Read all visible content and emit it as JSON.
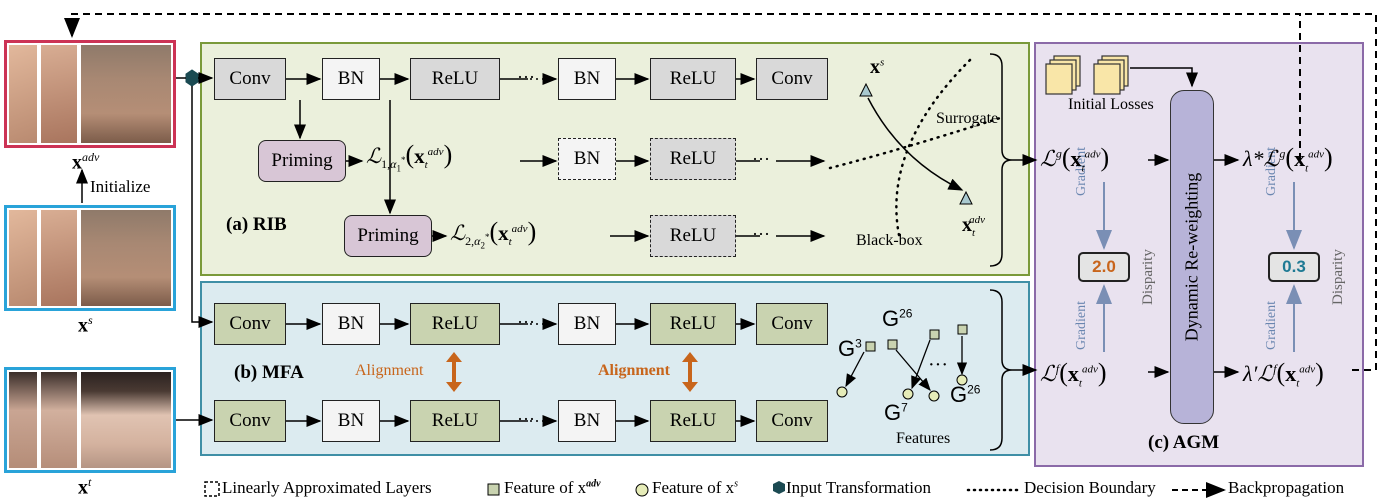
{
  "panels": {
    "rib_title": "(a) RIB",
    "mfa_title": "(b) MFA",
    "agm_title": "(c) AGM"
  },
  "rib": {
    "row1": [
      "Conv",
      "BN",
      "ReLU",
      "BN",
      "ReLU",
      "Conv"
    ],
    "priming1": "Priming",
    "priming2": "Priming",
    "loss1": "ℒ1,α1*(xtadv)",
    "loss2": "ℒ2,α2*(xtadv)",
    "row2": [
      "BN",
      "ReLU"
    ],
    "row3": [
      "ReLU"
    ],
    "surrogate": "Surrogate",
    "blackbox": "Black-box",
    "xs_label": "x",
    "xs_sup": "s",
    "xt_label": "x",
    "xt_sup": "adv",
    "xt_sub": "t"
  },
  "mfa": {
    "row1": [
      "Conv",
      "BN",
      "ReLU",
      "BN",
      "ReLU",
      "Conv"
    ],
    "row2": [
      "Conv",
      "BN",
      "ReLU",
      "BN",
      "ReLU",
      "Conv"
    ],
    "alignment": "Alignment",
    "features": "Features",
    "g3": "G",
    "g3_sup": "3",
    "g26a": "G",
    "g26a_sup": "26",
    "g7": "G",
    "g7_sup": "7",
    "g26b": "G",
    "g26b_sup": "26",
    "dots": "···"
  },
  "agm": {
    "initial_losses": "Initial Losses",
    "dynamic": "Dynamic Re-weighting",
    "gradient": "Gradient",
    "disparity": "Disparity",
    "val1": "2.0",
    "val2": "0.3",
    "lg": "ℒ",
    "lg_sup": "g",
    "lf": "ℒ",
    "lf_sup": "f",
    "lambda_star": "λ*",
    "lambda_prime": "λ′"
  },
  "left": {
    "xadv": "x",
    "xadv_sup": "adv",
    "initialize": "Initialize",
    "xs": "x",
    "xs_sup": "s",
    "xt": "x",
    "xt_sup": "t"
  },
  "legend": {
    "linear": "Linearly Approximated Layers",
    "feat_adv": "Feature of x",
    "feat_adv_sup": "adv",
    "feat_s": "Feature of x",
    "feat_s_sup": "s",
    "input_transform": "Input Transformation",
    "decision": "Decision Boundary",
    "backprop": "Backpropagation"
  },
  "colors": {
    "rib_bg": "#ebf0dc",
    "rib_border": "#7a9a3a",
    "mfa_bg": "#dcebf0",
    "mfa_border": "#3f8fa6",
    "agm_bg": "#e9e2ef",
    "agm_border": "#8b6aa8",
    "dyn_fill": "#b7b3d8",
    "adv_frame": "#cc3355",
    "s_frame": "#29a3d9",
    "t_frame": "#29a3d9",
    "alignment": "#c8651b",
    "val1": "#c8651b",
    "val2": "#1e7a93"
  }
}
